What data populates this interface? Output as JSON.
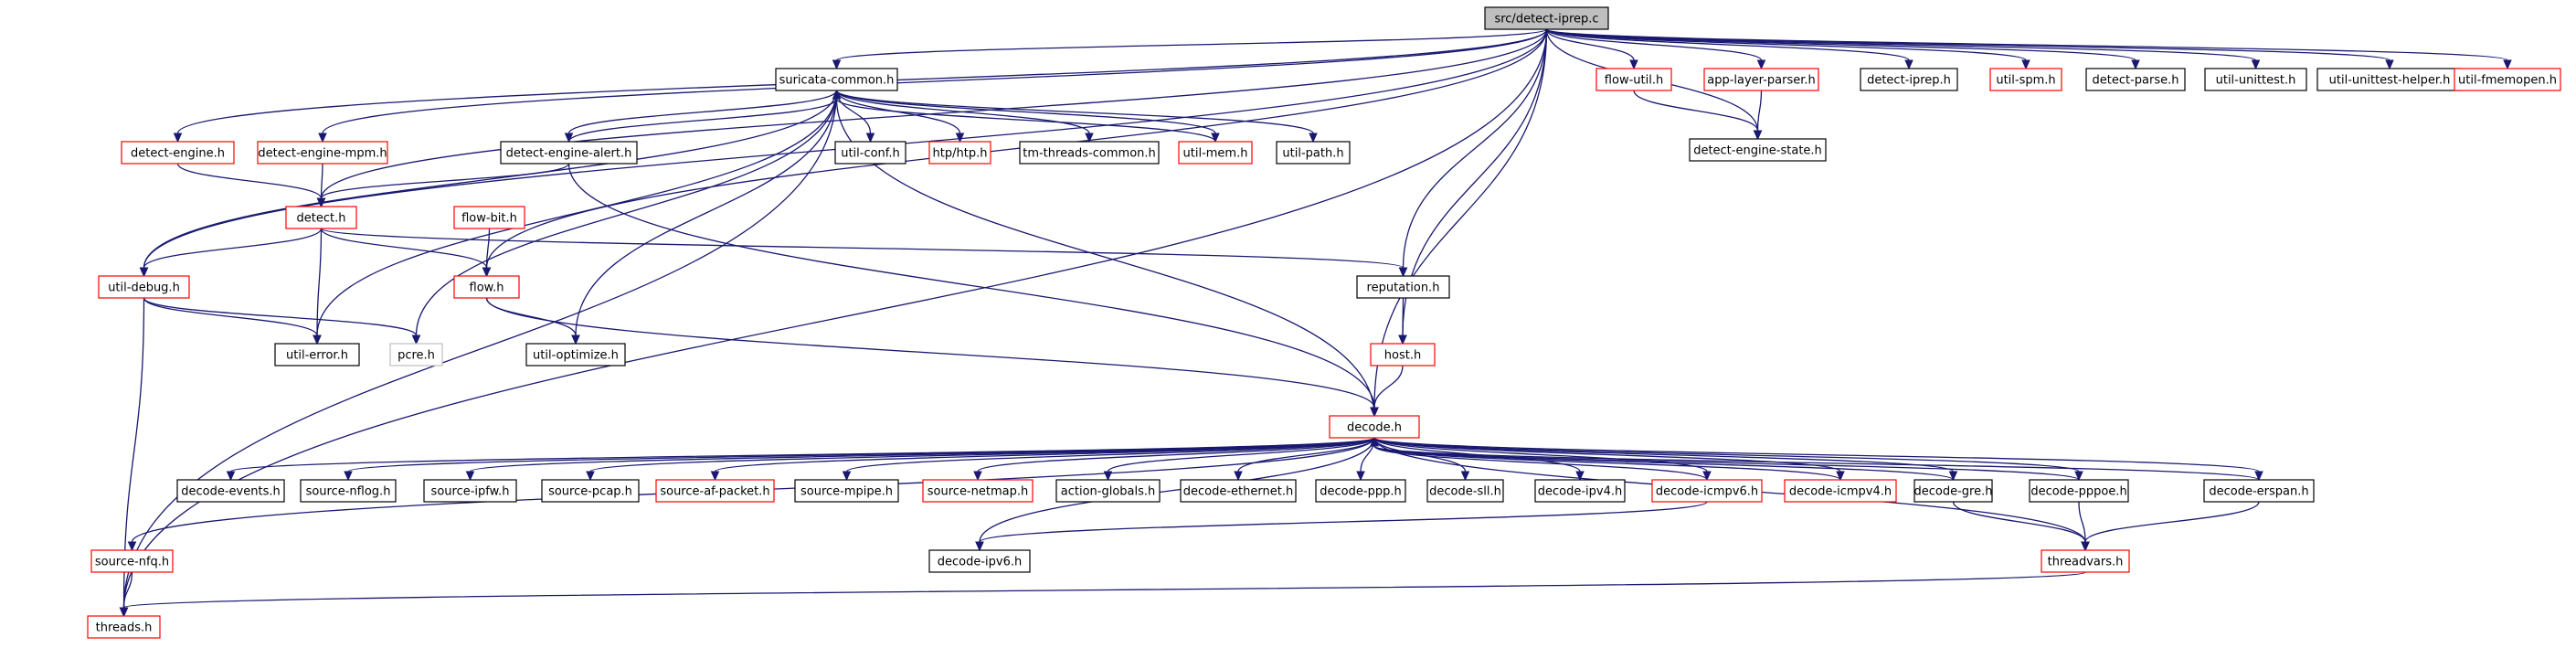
{
  "graph": {
    "colors": {
      "edge": "#191970",
      "root_fill": "#bfbfbf",
      "node_fill": "#ffffff",
      "black_border": "#000000",
      "red_border": "#ff0000",
      "grey_border": "#bfbfbf"
    },
    "nodes": [
      {
        "id": "root",
        "label": "src/detect-iprep.c",
        "style": "root"
      },
      {
        "id": "suricata_common",
        "label": "suricata-common.h",
        "style": "black"
      },
      {
        "id": "flow_util",
        "label": "flow-util.h",
        "style": "red"
      },
      {
        "id": "app_layer_parser",
        "label": "app-layer-parser.h",
        "style": "red"
      },
      {
        "id": "detect_iprep_h",
        "label": "detect-iprep.h",
        "style": "black"
      },
      {
        "id": "util_spm",
        "label": "util-spm.h",
        "style": "red"
      },
      {
        "id": "detect_parse",
        "label": "detect-parse.h",
        "style": "black"
      },
      {
        "id": "util_unittest",
        "label": "util-unittest.h",
        "style": "black"
      },
      {
        "id": "util_unittest_helper",
        "label": "util-unittest-helper.h",
        "style": "black"
      },
      {
        "id": "util_fmemopen",
        "label": "util-fmemopen.h",
        "style": "red"
      },
      {
        "id": "detect_engine_state",
        "label": "detect-engine-state.h",
        "style": "black"
      },
      {
        "id": "detect_engine",
        "label": "detect-engine.h",
        "style": "red"
      },
      {
        "id": "detect_engine_mpm",
        "label": "detect-engine-mpm.h",
        "style": "red"
      },
      {
        "id": "detect_engine_alert",
        "label": "detect-engine-alert.h",
        "style": "black"
      },
      {
        "id": "util_conf",
        "label": "util-conf.h",
        "style": "black"
      },
      {
        "id": "htp",
        "label": "htp/htp.h",
        "style": "red"
      },
      {
        "id": "tm_threads_common",
        "label": "tm-threads-common.h",
        "style": "black"
      },
      {
        "id": "util_mem",
        "label": "util-mem.h",
        "style": "red"
      },
      {
        "id": "util_path",
        "label": "util-path.h",
        "style": "black"
      },
      {
        "id": "detect_h",
        "label": "detect.h",
        "style": "red"
      },
      {
        "id": "flow_bit",
        "label": "flow-bit.h",
        "style": "red"
      },
      {
        "id": "flow_h",
        "label": "flow.h",
        "style": "red"
      },
      {
        "id": "util_debug",
        "label": "util-debug.h",
        "style": "red"
      },
      {
        "id": "reputation",
        "label": "reputation.h",
        "style": "black"
      },
      {
        "id": "util_error",
        "label": "util-error.h",
        "style": "black"
      },
      {
        "id": "pcre",
        "label": "pcre.h",
        "style": "grey"
      },
      {
        "id": "util_optimize",
        "label": "util-optimize.h",
        "style": "black"
      },
      {
        "id": "host",
        "label": "host.h",
        "style": "red"
      },
      {
        "id": "decode",
        "label": "decode.h",
        "style": "red"
      },
      {
        "id": "decode_events",
        "label": "decode-events.h",
        "style": "black"
      },
      {
        "id": "source_nflog",
        "label": "source-nflog.h",
        "style": "black"
      },
      {
        "id": "source_ipfw",
        "label": "source-ipfw.h",
        "style": "black"
      },
      {
        "id": "source_pcap",
        "label": "source-pcap.h",
        "style": "black"
      },
      {
        "id": "source_af_packet",
        "label": "source-af-packet.h",
        "style": "red"
      },
      {
        "id": "source_mpipe",
        "label": "source-mpipe.h",
        "style": "black"
      },
      {
        "id": "source_netmap",
        "label": "source-netmap.h",
        "style": "red"
      },
      {
        "id": "action_globals",
        "label": "action-globals.h",
        "style": "black"
      },
      {
        "id": "decode_ethernet",
        "label": "decode-ethernet.h",
        "style": "black"
      },
      {
        "id": "decode_ppp",
        "label": "decode-ppp.h",
        "style": "black"
      },
      {
        "id": "decode_sll",
        "label": "decode-sll.h",
        "style": "black"
      },
      {
        "id": "decode_ipv4",
        "label": "decode-ipv4.h",
        "style": "black"
      },
      {
        "id": "decode_icmpv6",
        "label": "decode-icmpv6.h",
        "style": "red"
      },
      {
        "id": "decode_icmpv4",
        "label": "decode-icmpv4.h",
        "style": "red"
      },
      {
        "id": "decode_gre",
        "label": "decode-gre.h",
        "style": "black"
      },
      {
        "id": "decode_pppoe",
        "label": "decode-pppoe.h",
        "style": "black"
      },
      {
        "id": "decode_erspan",
        "label": "decode-erspan.h",
        "style": "black"
      },
      {
        "id": "source_nfq",
        "label": "source-nfq.h",
        "style": "red"
      },
      {
        "id": "decode_ipv6",
        "label": "decode-ipv6.h",
        "style": "black"
      },
      {
        "id": "threadvars",
        "label": "threadvars.h",
        "style": "red"
      },
      {
        "id": "threads",
        "label": "threads.h",
        "style": "red"
      }
    ],
    "edges": [
      [
        "root",
        "suricata_common"
      ],
      [
        "root",
        "flow_util"
      ],
      [
        "root",
        "app_layer_parser"
      ],
      [
        "root",
        "detect_iprep_h"
      ],
      [
        "root",
        "util_spm"
      ],
      [
        "root",
        "detect_parse"
      ],
      [
        "root",
        "util_unittest"
      ],
      [
        "root",
        "util_unittest_helper"
      ],
      [
        "root",
        "util_fmemopen"
      ],
      [
        "root",
        "detect_engine_state"
      ],
      [
        "root",
        "detect_engine"
      ],
      [
        "root",
        "detect_engine_mpm"
      ],
      [
        "root",
        "detect_h"
      ],
      [
        "root",
        "util_debug"
      ],
      [
        "root",
        "flow_h"
      ],
      [
        "root",
        "reputation"
      ],
      [
        "root",
        "host"
      ],
      [
        "root",
        "decode"
      ],
      [
        "root",
        "threads"
      ],
      [
        "flow_util",
        "detect_engine_state"
      ],
      [
        "app_layer_parser",
        "detect_engine_state"
      ],
      [
        "suricata_common",
        "detect_engine_alert"
      ],
      [
        "suricata_common",
        "util_conf"
      ],
      [
        "suricata_common",
        "htp"
      ],
      [
        "suricata_common",
        "tm_threads_common"
      ],
      [
        "suricata_common",
        "util_mem"
      ],
      [
        "suricata_common",
        "util_path"
      ],
      [
        "suricata_common",
        "util_debug"
      ],
      [
        "suricata_common",
        "util_error"
      ],
      [
        "suricata_common",
        "pcre"
      ],
      [
        "suricata_common",
        "util_optimize"
      ],
      [
        "suricata_common",
        "threads"
      ],
      [
        "detect_engine_alert",
        "suricata_common"
      ],
      [
        "detect_engine_alert",
        "detect_h"
      ],
      [
        "detect_engine_alert",
        "decode"
      ],
      [
        "util_mem",
        "suricata_common"
      ],
      [
        "decode",
        "suricata_common"
      ],
      [
        "detect_engine",
        "detect_h"
      ],
      [
        "detect_engine_mpm",
        "detect_h"
      ],
      [
        "detect_h",
        "util_debug"
      ],
      [
        "detect_h",
        "util_error"
      ],
      [
        "detect_h",
        "flow_h"
      ],
      [
        "detect_h",
        "reputation"
      ],
      [
        "flow_bit",
        "flow_h"
      ],
      [
        "flow_h",
        "util_optimize"
      ],
      [
        "flow_h",
        "decode"
      ],
      [
        "util_debug",
        "util_error"
      ],
      [
        "util_debug",
        "pcre"
      ],
      [
        "util_debug",
        "threads"
      ],
      [
        "reputation",
        "host"
      ],
      [
        "host",
        "decode"
      ],
      [
        "decode",
        "decode_events"
      ],
      [
        "decode",
        "source_nflog"
      ],
      [
        "decode",
        "source_ipfw"
      ],
      [
        "decode",
        "source_pcap"
      ],
      [
        "decode",
        "source_af_packet"
      ],
      [
        "decode",
        "source_mpipe"
      ],
      [
        "decode",
        "source_netmap"
      ],
      [
        "decode",
        "action_globals"
      ],
      [
        "decode",
        "decode_ethernet"
      ],
      [
        "decode",
        "decode_ppp"
      ],
      [
        "decode",
        "decode_sll"
      ],
      [
        "decode",
        "decode_ipv4"
      ],
      [
        "decode",
        "decode_icmpv6"
      ],
      [
        "decode",
        "decode_icmpv4"
      ],
      [
        "decode",
        "decode_gre"
      ],
      [
        "decode",
        "decode_pppoe"
      ],
      [
        "decode",
        "decode_erspan"
      ],
      [
        "decode",
        "source_nfq"
      ],
      [
        "decode",
        "decode_ipv6"
      ],
      [
        "decode",
        "threadvars"
      ],
      [
        "decode_icmpv6",
        "decode"
      ],
      [
        "decode_icmpv4",
        "decode"
      ],
      [
        "decode_gre",
        "decode"
      ],
      [
        "decode_pppoe",
        "decode"
      ],
      [
        "decode_erspan",
        "decode"
      ],
      [
        "decode_icmpv6",
        "decode_ipv6"
      ],
      [
        "decode_gre",
        "threadvars"
      ],
      [
        "decode_pppoe",
        "threadvars"
      ],
      [
        "decode_erspan",
        "threadvars"
      ],
      [
        "source_nfq",
        "threads"
      ],
      [
        "threadvars",
        "threads"
      ]
    ]
  }
}
